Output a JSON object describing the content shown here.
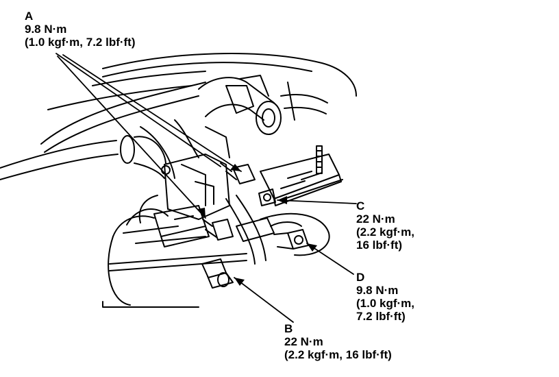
{
  "callouts": {
    "a": {
      "letter": "A",
      "lines": [
        "9.8 N·m",
        "(1.0 kgf·m, 7.2 lbf·ft)"
      ]
    },
    "b": {
      "letter": "B",
      "lines": [
        "22 N·m",
        "(2.2 kgf·m, 16 lbf·ft)"
      ]
    },
    "c": {
      "letter": "C",
      "lines": [
        "22 N·m",
        "(2.2 kgf·m,",
        "16 lbf·ft)"
      ]
    },
    "d": {
      "letter": "D",
      "lines": [
        "9.8 N·m",
        "(1.0 kgf·m,",
        "7.2 lbf·ft)"
      ]
    }
  },
  "colors": {
    "ink": "#000000",
    "paper": "#ffffff"
  }
}
